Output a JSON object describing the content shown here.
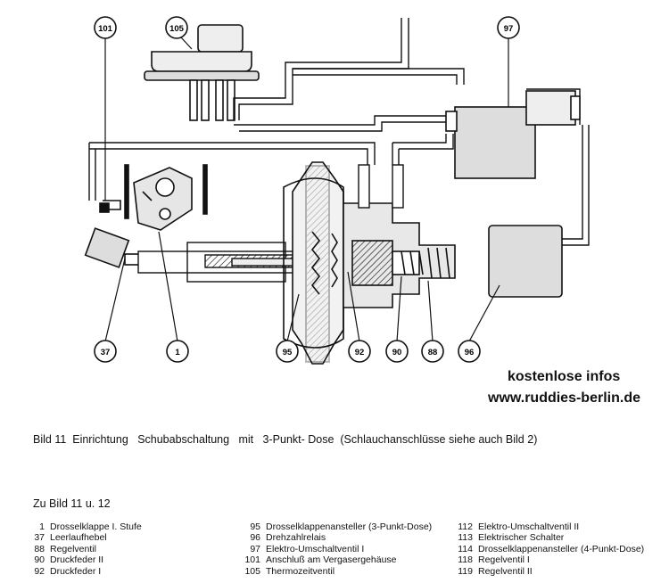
{
  "callouts": [
    "101",
    "105",
    "97",
    "37",
    "1",
    "95",
    "92",
    "90",
    "88",
    "96"
  ],
  "watermark": {
    "line1": "kostenlose infos",
    "line2": "www.ruddies-berlin.de"
  },
  "caption": "Bild 11  Einrichtung   Schubabschaltung   mit   3-Punkt- Dose  (Schlauchanschlüsse siehe auch Bild 2)",
  "legend": {
    "title": "Zu Bild 11 u. 12",
    "col1": [
      {
        "num": "1",
        "text": "Drosselklappe I. Stufe"
      },
      {
        "num": "37",
        "text": "Leerlaufhebel"
      },
      {
        "num": "88",
        "text": "Regelventil"
      },
      {
        "num": "90",
        "text": "Druckfeder II"
      },
      {
        "num": "92",
        "text": "Druckfeder  I"
      }
    ],
    "col2": [
      {
        "num": "95",
        "text": "Drosselklappenansteller (3-Punkt-Dose)"
      },
      {
        "num": "96",
        "text": "Drehzahlrelais"
      },
      {
        "num": "97",
        "text": "Elektro-Umschaltventil I"
      },
      {
        "num": "101",
        "text": "Anschluß am Vergasergehäuse"
      },
      {
        "num": "105",
        "text": "Thermozeitventil"
      }
    ],
    "col3": [
      {
        "num": "112",
        "text": "Elektro-Umschaltventil II"
      },
      {
        "num": "113",
        "text": "Elektrischer Schalter"
      },
      {
        "num": "114",
        "text": "Drosselklappenansteller (4-Punkt-Dose)"
      },
      {
        "num": "118",
        "text": "Regelventil  I"
      },
      {
        "num": "119",
        "text": "Regelventil II"
      }
    ]
  }
}
